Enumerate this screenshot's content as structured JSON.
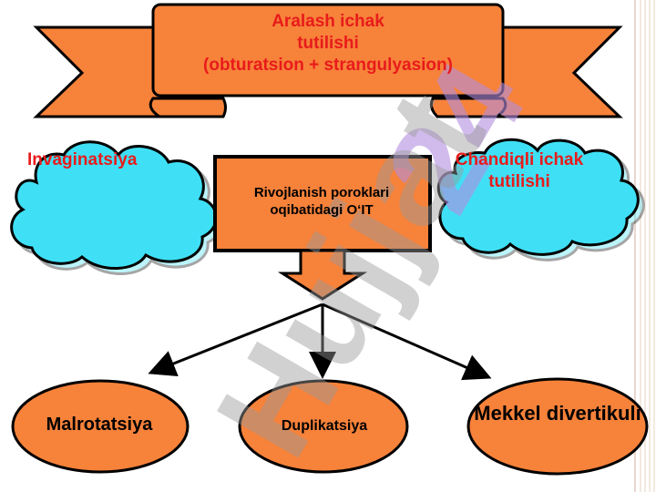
{
  "banner": {
    "line1": "Aralash ichak",
    "line2": "tutilishi",
    "line3": "(obturatsion + strangulyasion)"
  },
  "left_cloud": {
    "label": "Invaginatsiya"
  },
  "right_cloud": {
    "label": "Chandiqli ichak tutilishi"
  },
  "center_box": {
    "text": "Rivojlanish poroklari oqibatidagi O‘IT"
  },
  "nodes": [
    {
      "label": "Malrotatsiya"
    },
    {
      "label": "Duplikatsiya"
    },
    {
      "label": "Mekkel divertikuli"
    }
  ],
  "watermark": {
    "text": "Hujjat",
    "text2": "24"
  },
  "colors": {
    "orange": "#f7823a",
    "cyan": "#3fe0f5",
    "red_text": "#e81b1b",
    "watermark": "#9a9a9a",
    "watermark_purple": "#b38ee0"
  }
}
